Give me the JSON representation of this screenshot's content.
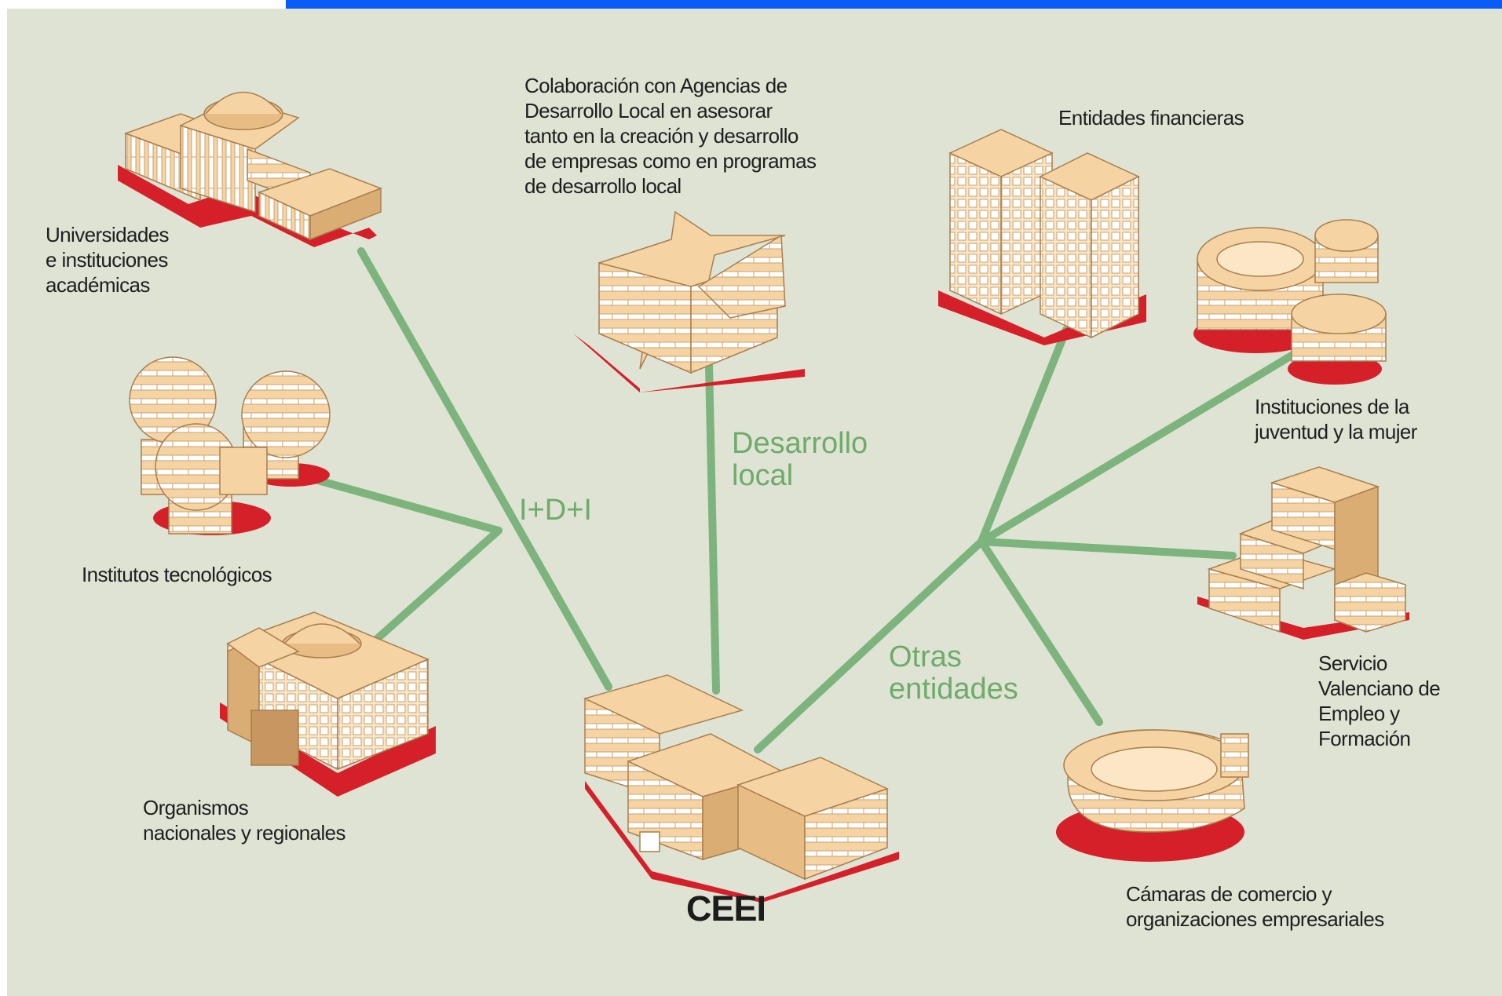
{
  "diagram": {
    "hub": "CEEI",
    "groups": {
      "idi": "I+D+I",
      "desarrollo_local": [
        "Desarrollo",
        "local"
      ],
      "otras_entidades": [
        "Otras",
        "entidades"
      ]
    },
    "nodes": {
      "universidades": [
        "Universidades",
        "e instituciones",
        "académicas"
      ],
      "institutos": [
        "Institutos tecnológicos"
      ],
      "organismos": [
        "Organismos",
        "nacionales y regionales"
      ],
      "agencias": [
        "Colaboración con Agencias de",
        "Desarrollo Local en asesorar",
        "tanto en la creación y desarrollo",
        "de empresas como en programas",
        "de desarrollo local"
      ],
      "financieras": [
        "Entidades financieras"
      ],
      "juventud": [
        "Instituciones de la",
        "juventud y la mujer"
      ],
      "servef": [
        "Servicio",
        "Valenciano de",
        "Empleo y",
        "Formación"
      ],
      "camaras": [
        "Cámaras de comercio y",
        "organizaciones empresariales"
      ]
    }
  },
  "colors": {
    "connector": "#7db37c",
    "group_text": "#6fab6a",
    "building": "#f6d3a2",
    "building_shade": "#d9ad74",
    "base_shadow": "#d5202a",
    "background": "#dee3d4",
    "top_bar": "#0b5cf7"
  }
}
